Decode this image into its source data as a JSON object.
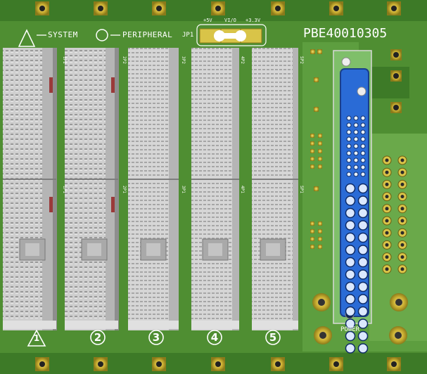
{
  "board": {
    "part_number": "PBE40010305",
    "legend_system": "SYSTEM",
    "legend_peripheral": "PERIPHERAL",
    "jumper_label": "JP1",
    "jumper_positions": [
      "+5V",
      "VI/O",
      "+3.3V"
    ],
    "power_label": "POWER"
  },
  "slots": [
    {
      "number": "1",
      "marker": "triangle",
      "p1": "1P1",
      "p2": "1P2"
    },
    {
      "number": "2",
      "marker": "circle",
      "p1": "2P1",
      "p2": "2P2"
    },
    {
      "number": "3",
      "marker": "circle",
      "p1": "3P1",
      "p2": "3P2"
    },
    {
      "number": "4",
      "marker": "circle",
      "p1": "4P1",
      "p2": "4P2"
    },
    {
      "number": "5",
      "marker": "circle",
      "p1": "5P1",
      "p2": "5P2"
    }
  ],
  "colors": {
    "pcb_green": "#5a9a3a",
    "pcb_dark": "#3f7a2a",
    "connector_gray": "#c8c8c8",
    "power_blue": "#2a6bd6",
    "gold": "#d8c24a",
    "silkscreen": "#ffffff"
  }
}
